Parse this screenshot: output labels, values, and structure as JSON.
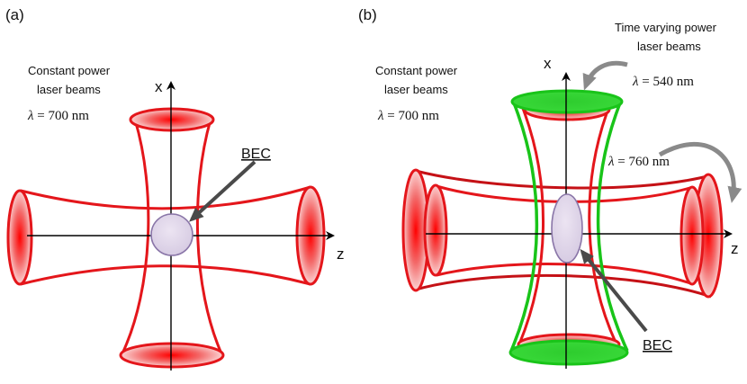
{
  "panels": {
    "a": {
      "label": "(a)",
      "beam_caption_line1": "Constant power",
      "beam_caption_line2": "laser beams",
      "wavelength_symbol": "λ",
      "wavelength_value": " = 700 nm",
      "bec_label": "BEC",
      "axis_x": "x",
      "axis_z": "z"
    },
    "b": {
      "label": "(b)",
      "beam_caption_line1": "Constant power",
      "beam_caption_line2": "laser beams",
      "wavelength_symbol": "λ",
      "wavelength_value": " = 700 nm",
      "varying_caption_line1": "Time varying power",
      "varying_caption_line2": "laser beams",
      "varying_wavelength_symbol": "λ",
      "varying_wavelength_value": " = 540 nm",
      "lattice_wavelength_symbol": "λ",
      "lattice_wavelength_value": " = 760 nm",
      "bec_label": "BEC",
      "axis_x": "x",
      "axis_z": "z"
    }
  },
  "colors": {
    "red_beam": "#e4161b",
    "green_beam": "#19c419",
    "bec_fill": "#dcd2e6",
    "bec_stroke": "#8a76a8",
    "pointer_arrow": "#4a4a4a",
    "curved_arrow": "#8a8a8a"
  }
}
